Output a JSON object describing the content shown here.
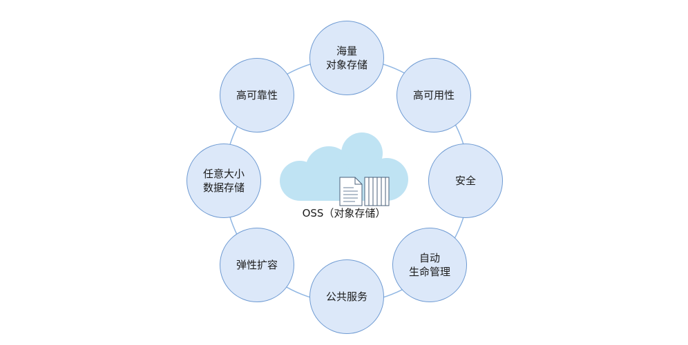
{
  "center": {
    "caption": "OSS（对象存储）"
  },
  "nodes": [
    {
      "lines": [
        "海量",
        "对象存储"
      ]
    },
    {
      "lines": [
        "高可用性"
      ]
    },
    {
      "lines": [
        "安全"
      ]
    },
    {
      "lines": [
        "自动",
        "生命管理"
      ]
    },
    {
      "lines": [
        "公共服务"
      ]
    },
    {
      "lines": [
        "弹性扩容"
      ]
    },
    {
      "lines": [
        "任意大小",
        "数据存储"
      ]
    },
    {
      "lines": [
        "高可靠性"
      ]
    }
  ],
  "colors": {
    "node_fill": "#dce8f9",
    "node_stroke": "#6e9ad2",
    "ring_stroke": "#8fb6e3",
    "cloud_fill": "#bfe3f3"
  },
  "icons": {
    "center": "cloud-storage-icon"
  }
}
